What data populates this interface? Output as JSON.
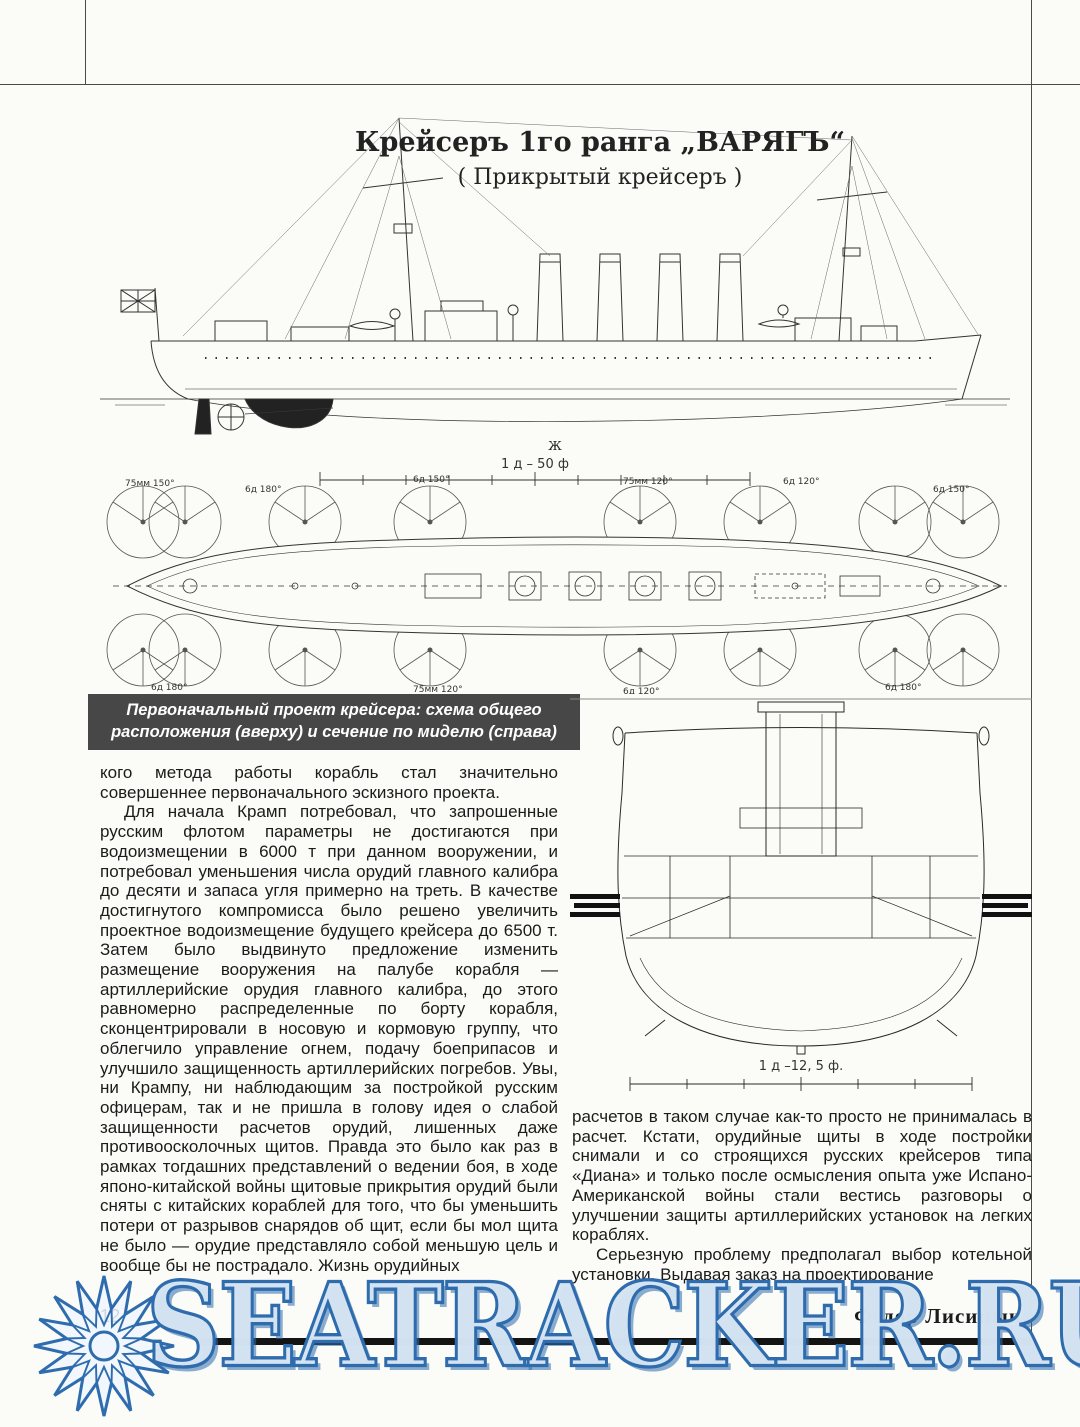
{
  "page": {
    "number": "12",
    "author": "Федор  Лисицын"
  },
  "side_view": {
    "title_line1": "Крейсеръ 1го ранга „ВАРЯГЪ“",
    "title_line2": "( Прикрытый крейсеръ )",
    "bottom_mark": "Ж"
  },
  "plan_view": {
    "scale_label": "1 д – 50 ф",
    "arc_labels": [
      "75мм 150°",
      "6д 180°",
      "6д 150°",
      "75мм 120°",
      "6д 120°",
      "6д 150°",
      "6д 180°",
      "75мм 120°",
      "6д 120°",
      "6д 180°"
    ]
  },
  "section_view": {
    "scale_label": "1 д –12, 5 ф."
  },
  "caption": {
    "line1": "Первоначальный проект крейсера: схема общего",
    "line2": "расположения (вверху) и сечение по миделю (справа)"
  },
  "article": {
    "left_col": [
      "кого метода работы корабль стал значительно совершеннее первоначального эскизного проекта.",
      "Для начала Крамп потребовал, что запрошенные русским флотом параметры не достигаются при водоизмещении в 6000 т при данном вооружении, и потребовал уменьшения числа орудий главного калибра до десяти и запаса угля примерно на треть. В качестве достигнутого компромисса было решено увеличить проектное водоизмещение будущего крейсера до 6500 т. Затем было выдвинуто предложение изменить размещение вооружения на палубе корабля — артиллерийские орудия главного калибра, до этого равномерно распределенные по борту корабля, сконцентрировали в носовую и кормовую группу, что облегчило управление огнем, подачу боеприпасов и улучшило защищенность артиллерийских погребов. Увы, ни Крампу, ни наблюдающим за постройкой русским офицерам, так и не пришла в голову идея о слабой защищенности расчетов орудий, лишенных даже противоосколочных щитов. Правда это было как раз в рамках тогдашних представлений о ведении боя, в ходе японо-китайской войны щитовые прикрытия орудий были сняты с китайских кораблей для того, что бы уменьшить потери от разрывов снарядов об щит, если бы мол щита не было — орудие представляло собой меньшую цель и вообще бы не пострадало. Жизнь орудийных"
    ],
    "right_col": [
      "расчетов в таком случае как-то просто не принималась в расчет. Кстати, орудийные щиты в ходе постройки снимали и со строящихся русских крейсеров типа «Диана» и только после осмысления опыта уже Испано-Американской войны стали вестись разговоры о улучшении защиты артиллерийских установок на легких кораблях.",
      "Серьезную проблему предполагал выбор котельной установки. Выдавая заказ на проектирование"
    ]
  },
  "watermark": {
    "text": "SEATRACKER.RU",
    "color": "#2e6cad"
  }
}
